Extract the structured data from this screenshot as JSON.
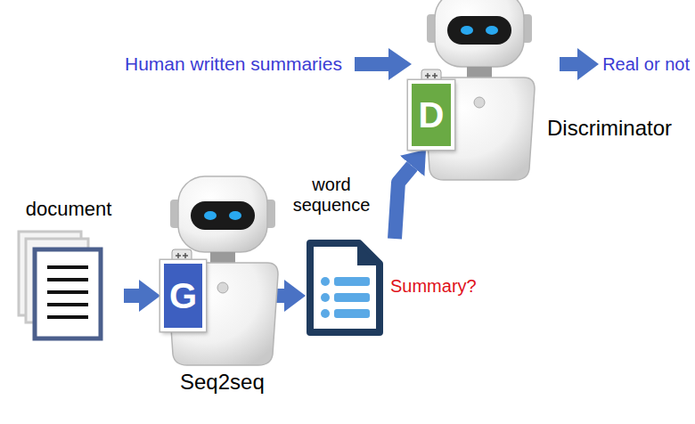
{
  "diagram": {
    "nodes": [
      {
        "text": [
          "document"
        ]
      },
      {
        "text": [
          "G"
        ]
      },
      {
        "text": [
          "Summary?"
        ]
      },
      {
        "text": [
          "D"
        ]
      }
    ],
    "edges": [
      {
        "from": 0,
        "to": 1,
        "arrow": "to"
      },
      {
        "from": 1,
        "to": 2,
        "arrow": "to"
      },
      {
        "from": 2,
        "to": 3,
        "label": "word sequence",
        "arrow": "to"
      }
    ],
    "labels": [
      "Seq2seq",
      "Discriminator",
      "Human written summaries",
      "Real or not"
    ]
  }
}
